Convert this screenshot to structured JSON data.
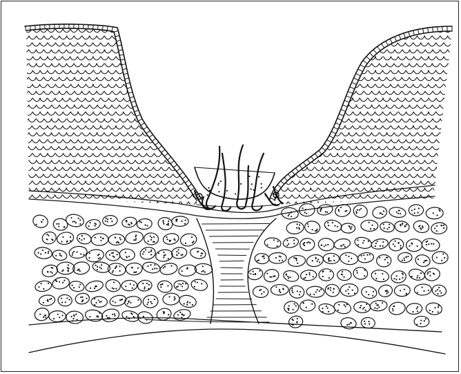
{
  "figure": {
    "ink_color": "#111111",
    "background_color": "#ffffff",
    "elements": [
      {
        "id": "left-cell-mound",
        "kind": "scalloped-cell-mass"
      },
      {
        "id": "right-cell-mound",
        "kind": "scalloped-cell-mass"
      },
      {
        "id": "central-hair-tuft",
        "kind": "hair-strands"
      },
      {
        "id": "upper-boundary-lines",
        "kind": "curved-lines"
      },
      {
        "id": "left-nuclei-cluster",
        "kind": "dotted-oval-cells"
      },
      {
        "id": "right-nuclei-cluster",
        "kind": "dotted-oval-cells"
      },
      {
        "id": "central-channel",
        "kind": "horizontal-striations"
      },
      {
        "id": "lower-boundary-lines",
        "kind": "curved-lines"
      }
    ]
  }
}
